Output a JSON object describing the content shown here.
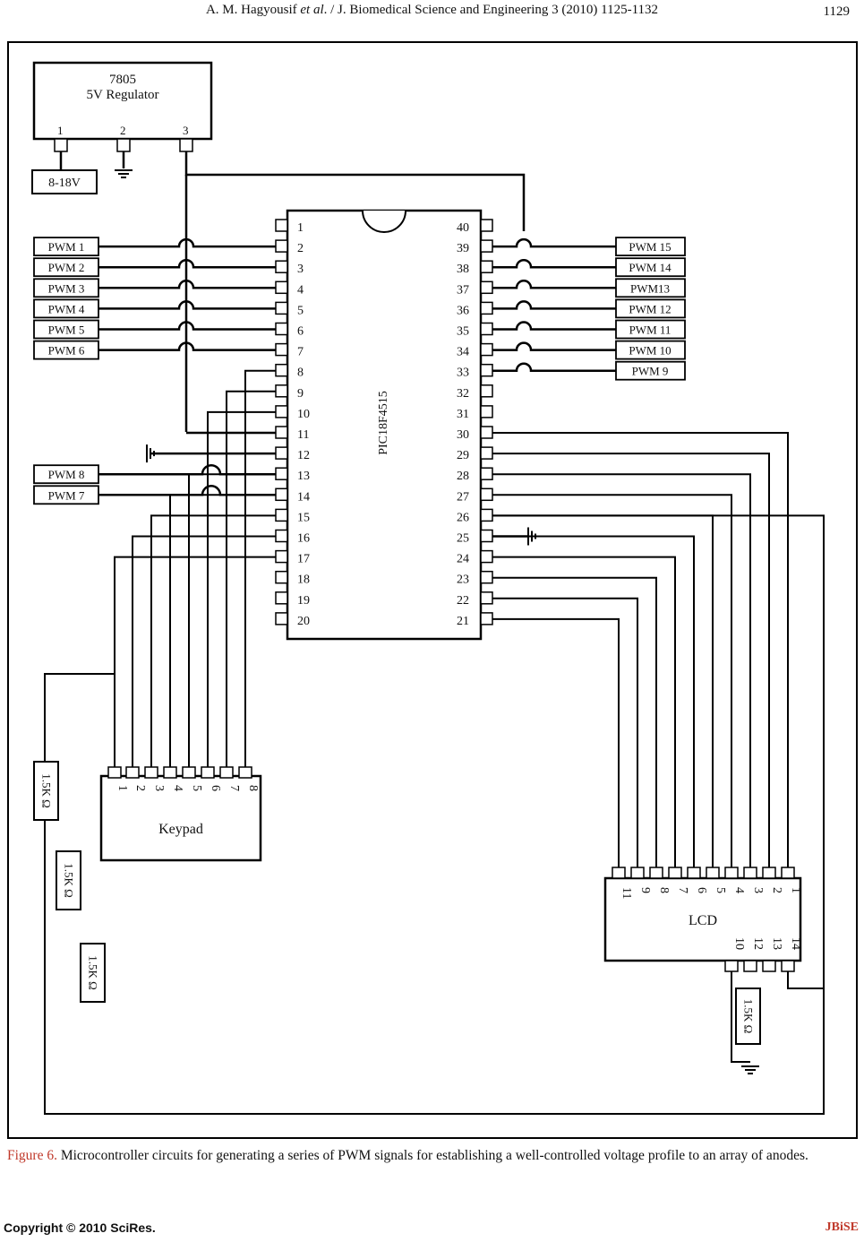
{
  "header": {
    "title_prefix": "A. M. Hagyousif ",
    "title_italic": "et al",
    "title_suffix": ". / J. Biomedical Science and Engineering 3 (2010) 1125-1132",
    "page_number": "1129"
  },
  "figure": {
    "regulator": {
      "line1": "7805",
      "line2": "5V Regulator",
      "pins": [
        "1",
        "2",
        "3"
      ]
    },
    "supply_label": "8-18V",
    "mcu_label": "PIC18F4515",
    "pins_left": [
      "1",
      "2",
      "3",
      "4",
      "5",
      "6",
      "7",
      "8",
      "9",
      "10",
      "11",
      "12",
      "13",
      "14",
      "15",
      "16",
      "17",
      "18",
      "19",
      "20"
    ],
    "pins_right": [
      "40",
      "39",
      "38",
      "37",
      "36",
      "35",
      "34",
      "33",
      "32",
      "31",
      "30",
      "29",
      "28",
      "27",
      "26",
      "25",
      "24",
      "23",
      "22",
      "21"
    ],
    "pwm_left": [
      "PWM 1",
      "PWM 2",
      "PWM 3",
      "PWM 4",
      "PWM 5",
      "PWM 6"
    ],
    "pwm_left_low": [
      "PWM 8",
      "PWM 7"
    ],
    "pwm_right": [
      "PWM 15",
      "PWM 14",
      "PWM13",
      "PWM 12",
      "PWM 11",
      "PWM 10",
      "PWM 9"
    ],
    "keypad": {
      "label": "Keypad",
      "pins": [
        "1",
        "2",
        "3",
        "4",
        "5",
        "6",
        "7",
        "8"
      ]
    },
    "lcd": {
      "label": "LCD",
      "pins_top": [
        "11",
        "9",
        "8",
        "7",
        "6",
        "5",
        "4",
        "3",
        "2",
        "1"
      ],
      "pins_bottom": [
        "10",
        "12",
        "13",
        "14"
      ]
    },
    "resistors": [
      "1.5K Ω",
      "1.5K Ω",
      "1.5K Ω",
      "1.5K Ω"
    ]
  },
  "caption": {
    "label": "Figure 6.",
    "text": " Microcontroller circuits for generating a series of PWM signals for establishing a well-controlled voltage profile to an array of anodes."
  },
  "footer": {
    "copyright": "Copyright © 2010 SciRes.",
    "journal": "JBiSE"
  }
}
